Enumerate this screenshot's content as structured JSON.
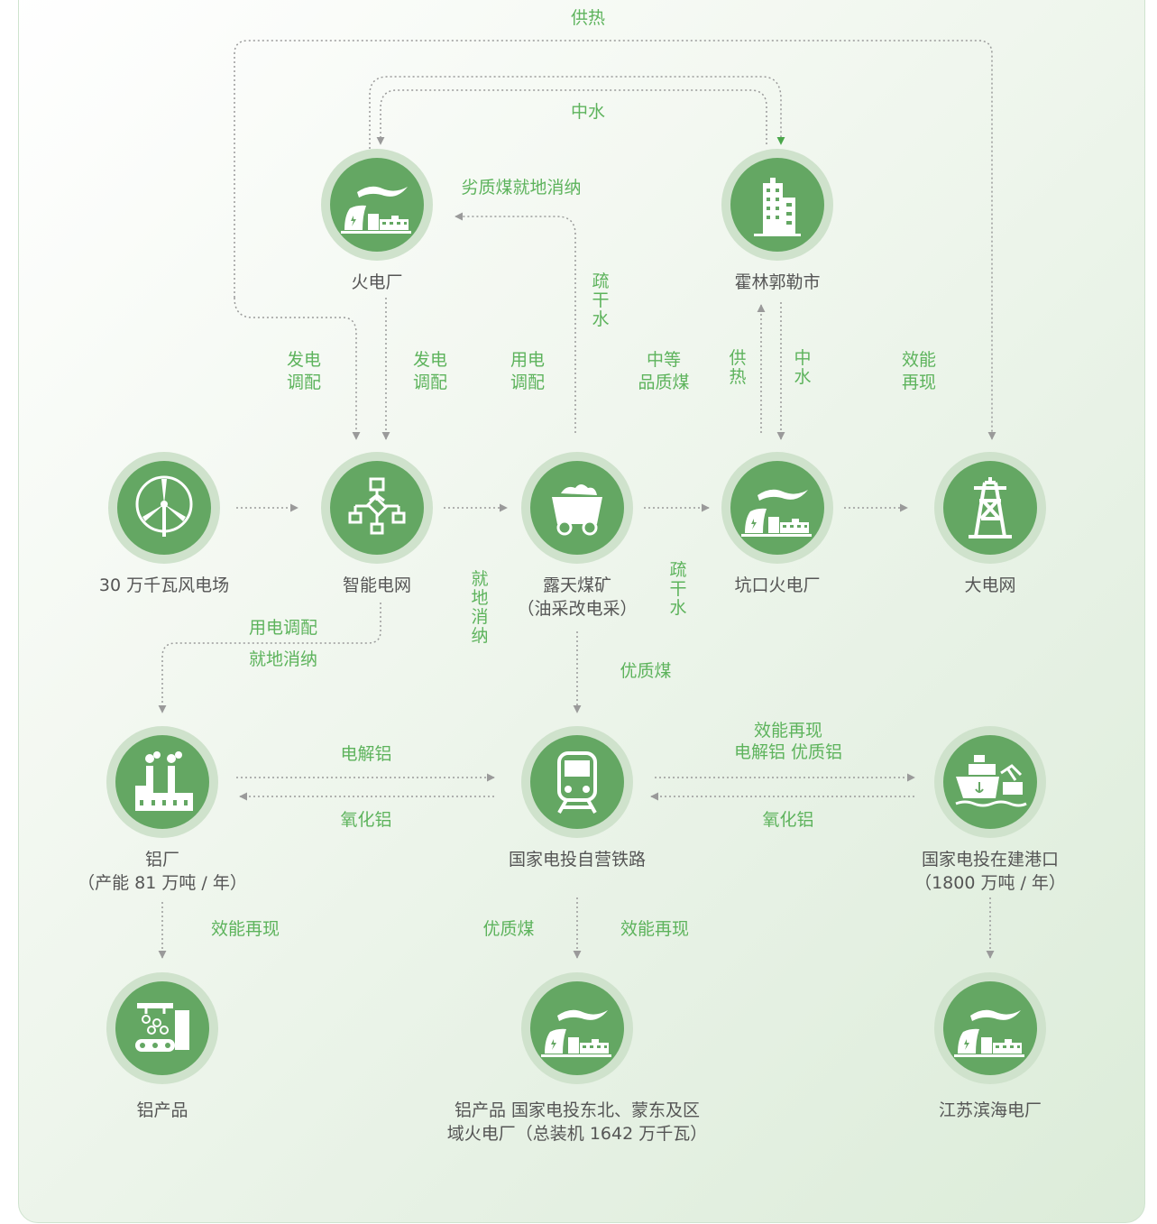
{
  "colors": {
    "node": "#64a763",
    "ring": "#cfe2cc",
    "edge_text": "#5db35c",
    "node_text": "#555555",
    "arrow": "#9a9a9a",
    "arrow_accent": "#4aa64a"
  },
  "nodes": {
    "thermal_plant": {
      "label": "火电厂",
      "icon": "power-plant-icon"
    },
    "hulunbuir_city": {
      "label": "霍林郭勒市",
      "icon": "city-buildings-icon"
    },
    "wind_farm": {
      "label": "30 万千瓦风电场",
      "icon": "wind-turbine-icon"
    },
    "smart_grid": {
      "label": "智能电网",
      "icon": "network-flowchart-icon"
    },
    "open_pit_mine": {
      "label": "露天煤矿",
      "label2": "（油采改电采）",
      "icon": "mine-cart-icon"
    },
    "mine_mouth_plant": {
      "label": "坑口火电厂",
      "icon": "power-plant-icon"
    },
    "big_grid": {
      "label": "大电网",
      "icon": "transmission-tower-icon"
    },
    "aluminum_plant": {
      "label": "铝厂",
      "label2": "（产能 81 万吨 / 年）",
      "icon": "factory-icon"
    },
    "railway": {
      "label": "国家电投自营铁路",
      "icon": "train-icon"
    },
    "port": {
      "label": "国家电投在建港口",
      "label2": "（1800 万吨 / 年）",
      "icon": "cargo-ship-icon"
    },
    "aluminum_products": {
      "label": "铝产品",
      "icon": "conveyor-production-icon"
    },
    "northeast_plants": {
      "label": "铝产品 国家电投东北、蒙东及区",
      "label2": "域火电厂（总装机 1642 万千瓦）",
      "icon": "power-plant-icon"
    },
    "binhai_plant": {
      "label": "江苏滨海电厂",
      "icon": "power-plant-icon"
    }
  },
  "edges": {
    "heat_supply_top": "供热",
    "reclaimed_water_top": "中水",
    "low_quality_coal": "劣质煤就地消纳",
    "drain_water_1": "疏干水",
    "dispatch_1": "发电调配",
    "dispatch_2": "发电调配",
    "usage_dispatch": "用电调配",
    "medium_coal": "中等品质煤",
    "heat_supply_side": "供热",
    "reclaimed_water_side": "中水",
    "efficiency_1": "效能再现",
    "local_consume_v": "就地消纳",
    "drain_water_2": "疏干水",
    "usage_dispatch_2": "用电调配",
    "local_consume_2": "就地消纳",
    "high_quality_coal_1": "优质煤",
    "electrolytic_al_1": "电解铝",
    "alumina_1": "氧化铝",
    "efficiency_2": "效能再现",
    "electrolytic_al_2": "电解铝 优质铝",
    "alumina_2": "氧化铝",
    "efficiency_3": "效能再现",
    "high_quality_coal_2": "优质煤",
    "efficiency_4": "效能再现"
  }
}
